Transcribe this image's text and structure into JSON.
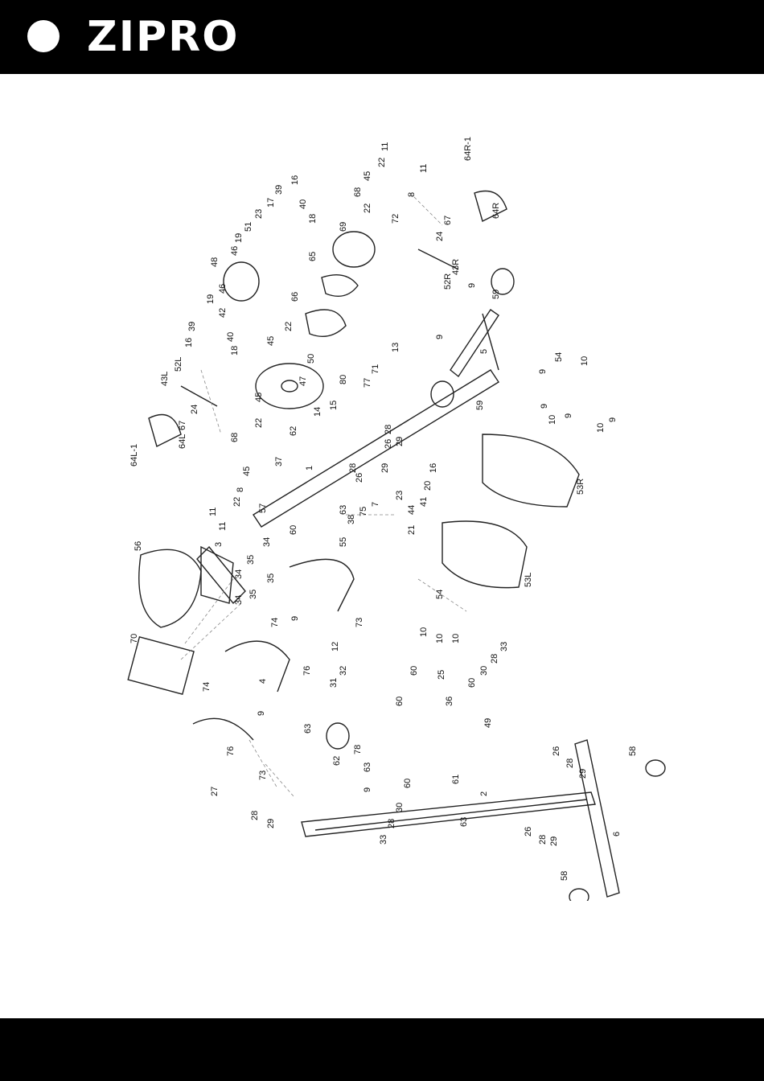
{
  "brand": {
    "name": "ZIPRO"
  },
  "diagram": {
    "parts": [
      {
        "id": "p1",
        "label": "64R-1"
      },
      {
        "id": "p2",
        "label": "11"
      },
      {
        "id": "p3",
        "label": "22"
      },
      {
        "id": "p4",
        "label": "11"
      },
      {
        "id": "p5",
        "label": "8"
      },
      {
        "id": "p6",
        "label": "45"
      },
      {
        "id": "p7",
        "label": "68"
      },
      {
        "id": "p8",
        "label": "22"
      },
      {
        "id": "p9",
        "label": "72"
      },
      {
        "id": "p10",
        "label": "64R"
      },
      {
        "id": "p11",
        "label": "67"
      },
      {
        "id": "p12",
        "label": "24"
      },
      {
        "id": "p13",
        "label": "16"
      },
      {
        "id": "p14",
        "label": "39"
      },
      {
        "id": "p15",
        "label": "17"
      },
      {
        "id": "p16",
        "label": "23"
      },
      {
        "id": "p17",
        "label": "40"
      },
      {
        "id": "p18",
        "label": "18"
      },
      {
        "id": "p19",
        "label": "51"
      },
      {
        "id": "p20",
        "label": "19"
      },
      {
        "id": "p21",
        "label": "69"
      },
      {
        "id": "p22",
        "label": "46"
      },
      {
        "id": "p23",
        "label": "48"
      },
      {
        "id": "p24",
        "label": "65"
      },
      {
        "id": "p25",
        "label": "43R"
      },
      {
        "id": "p26",
        "label": "52R"
      },
      {
        "id": "p27",
        "label": "59"
      },
      {
        "id": "p28",
        "label": "9"
      },
      {
        "id": "p29",
        "label": "46"
      },
      {
        "id": "p30",
        "label": "19"
      },
      {
        "id": "p31",
        "label": "42"
      },
      {
        "id": "p32",
        "label": "66"
      },
      {
        "id": "p33",
        "label": "39"
      },
      {
        "id": "p34",
        "label": "16"
      },
      {
        "id": "p35",
        "label": "40"
      },
      {
        "id": "p36",
        "label": "18"
      },
      {
        "id": "p37",
        "label": "22"
      },
      {
        "id": "p38",
        "label": "50"
      },
      {
        "id": "p39",
        "label": "45"
      },
      {
        "id": "p40",
        "label": "47"
      },
      {
        "id": "p41",
        "label": "9"
      },
      {
        "id": "p42",
        "label": "5"
      },
      {
        "id": "p43",
        "label": "13"
      },
      {
        "id": "p44",
        "label": "71"
      },
      {
        "id": "p45",
        "label": "52L"
      },
      {
        "id": "p46",
        "label": "43L"
      },
      {
        "id": "p47",
        "label": "77"
      },
      {
        "id": "p48",
        "label": "80"
      },
      {
        "id": "p49",
        "label": "59"
      },
      {
        "id": "p50",
        "label": "54"
      },
      {
        "id": "p51",
        "label": "9"
      },
      {
        "id": "p52",
        "label": "10"
      },
      {
        "id": "p53",
        "label": "64L-1"
      },
      {
        "id": "p54",
        "label": "67"
      },
      {
        "id": "p55",
        "label": "24"
      },
      {
        "id": "p56",
        "label": "64L"
      },
      {
        "id": "p57",
        "label": "45"
      },
      {
        "id": "p58",
        "label": "22"
      },
      {
        "id": "p59",
        "label": "68"
      },
      {
        "id": "p60",
        "label": "14"
      },
      {
        "id": "p61",
        "label": "15"
      },
      {
        "id": "p62",
        "label": "62"
      },
      {
        "id": "p63",
        "label": "37"
      },
      {
        "id": "p64",
        "label": "45"
      },
      {
        "id": "p65",
        "label": "8"
      },
      {
        "id": "p66",
        "label": "22"
      },
      {
        "id": "p67",
        "label": "11"
      },
      {
        "id": "p68",
        "label": "11"
      },
      {
        "id": "p69",
        "label": "1"
      },
      {
        "id": "p70",
        "label": "28"
      },
      {
        "id": "p71",
        "label": "26"
      },
      {
        "id": "p72",
        "label": "29"
      },
      {
        "id": "p73",
        "label": "28"
      },
      {
        "id": "p74",
        "label": "26"
      },
      {
        "id": "p75",
        "label": "29"
      },
      {
        "id": "p76",
        "label": "16"
      },
      {
        "id": "p77",
        "label": "20"
      },
      {
        "id": "p78",
        "label": "41"
      },
      {
        "id": "p79",
        "label": "23"
      },
      {
        "id": "p80",
        "label": "7"
      },
      {
        "id": "p81",
        "label": "75"
      },
      {
        "id": "p82",
        "label": "38"
      },
      {
        "id": "p83",
        "label": "63"
      },
      {
        "id": "p84",
        "label": "57"
      },
      {
        "id": "p85",
        "label": "34"
      },
      {
        "id": "p86",
        "label": "60"
      },
      {
        "id": "p87",
        "label": "55"
      },
      {
        "id": "p88",
        "label": "44"
      },
      {
        "id": "p89",
        "label": "21"
      },
      {
        "id": "p90",
        "label": "53R"
      },
      {
        "id": "p91",
        "label": "9"
      },
      {
        "id": "p92",
        "label": "10"
      },
      {
        "id": "p93",
        "label": "9"
      },
      {
        "id": "p94",
        "label": "10"
      },
      {
        "id": "p95",
        "label": "9"
      },
      {
        "id": "p96",
        "label": "56"
      },
      {
        "id": "p97",
        "label": "3"
      },
      {
        "id": "p98",
        "label": "35"
      },
      {
        "id": "p99",
        "label": "34"
      },
      {
        "id": "p100",
        "label": "35"
      },
      {
        "id": "p101",
        "label": "34"
      },
      {
        "id": "p102",
        "label": "35"
      },
      {
        "id": "p103",
        "label": "53L"
      },
      {
        "id": "p104",
        "label": "54"
      },
      {
        "id": "p105",
        "label": "10"
      },
      {
        "id": "p106",
        "label": "10"
      },
      {
        "id": "p107",
        "label": "10"
      },
      {
        "id": "p108",
        "label": "73"
      },
      {
        "id": "p109",
        "label": "74"
      },
      {
        "id": "p110",
        "label": "9"
      },
      {
        "id": "p111",
        "label": "12"
      },
      {
        "id": "p112",
        "label": "70"
      },
      {
        "id": "p113",
        "label": "76"
      },
      {
        "id": "p114",
        "label": "4"
      },
      {
        "id": "p115",
        "label": "32"
      },
      {
        "id": "p116",
        "label": "31"
      },
      {
        "id": "p117",
        "label": "60"
      },
      {
        "id": "p118",
        "label": "25"
      },
      {
        "id": "p119",
        "label": "30"
      },
      {
        "id": "p120",
        "label": "28"
      },
      {
        "id": "p121",
        "label": "33"
      },
      {
        "id": "p122",
        "label": "60"
      },
      {
        "id": "p123",
        "label": "60"
      },
      {
        "id": "p124",
        "label": "36"
      },
      {
        "id": "p125",
        "label": "49"
      },
      {
        "id": "p126",
        "label": "74"
      },
      {
        "id": "p127",
        "label": "9"
      },
      {
        "id": "p128",
        "label": "63"
      },
      {
        "id": "p129",
        "label": "62"
      },
      {
        "id": "p130",
        "label": "76"
      },
      {
        "id": "p131",
        "label": "78"
      },
      {
        "id": "p132",
        "label": "63"
      },
      {
        "id": "p133",
        "label": "26"
      },
      {
        "id": "p134",
        "label": "28"
      },
      {
        "id": "p135",
        "label": "29"
      },
      {
        "id": "p136",
        "label": "58"
      },
      {
        "id": "p137",
        "label": "73"
      },
      {
        "id": "p138",
        "label": "9"
      },
      {
        "id": "p139",
        "label": "60"
      },
      {
        "id": "p140",
        "label": "61"
      },
      {
        "id": "p141",
        "label": "2"
      },
      {
        "id": "p142",
        "label": "27"
      },
      {
        "id": "p143",
        "label": "28"
      },
      {
        "id": "p144",
        "label": "29"
      },
      {
        "id": "p145",
        "label": "30"
      },
      {
        "id": "p146",
        "label": "28"
      },
      {
        "id": "p147",
        "label": "33"
      },
      {
        "id": "p148",
        "label": "63"
      },
      {
        "id": "p149",
        "label": "26"
      },
      {
        "id": "p150",
        "label": "28"
      },
      {
        "id": "p151",
        "label": "29"
      },
      {
        "id": "p152",
        "label": "6"
      },
      {
        "id": "p153",
        "label": "58"
      }
    ]
  }
}
